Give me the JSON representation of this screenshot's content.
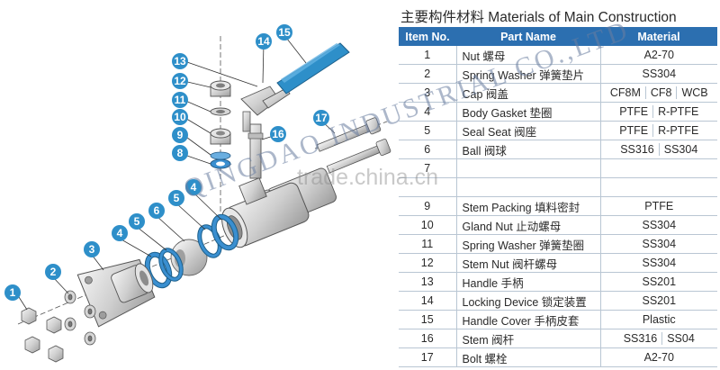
{
  "title": "主要构件材料 Materials of Main Construction",
  "table": {
    "headers": {
      "no": "Item No.",
      "name": "Part Name",
      "material": "Material"
    },
    "rows": [
      {
        "no": "1",
        "name": "Nut 螺母",
        "materials": [
          "A2-70"
        ]
      },
      {
        "no": "2",
        "name": "Spring Washer 弹簧垫片",
        "materials": [
          "SS304"
        ]
      },
      {
        "no": "3",
        "name": "Cap 阀盖",
        "materials": [
          "CF8M",
          "CF8",
          "WCB"
        ]
      },
      {
        "no": "4",
        "name": "Body Gasket 垫圈",
        "materials": [
          "PTFE",
          "R-PTFE"
        ]
      },
      {
        "no": "5",
        "name": "Seal Seat 阀座",
        "materials": [
          "PTFE",
          "R-PTFE"
        ]
      },
      {
        "no": "6",
        "name": "Ball 阀球",
        "materials": [
          "SS316",
          "SS304"
        ]
      },
      {
        "no": "7",
        "name": "",
        "materials": [
          ""
        ]
      },
      {
        "no": "",
        "name": "",
        "materials": [
          ""
        ]
      },
      {
        "no": "9",
        "name": "Stem Packing 填料密封",
        "materials": [
          "PTFE"
        ]
      },
      {
        "no": "10",
        "name": "Gland Nut 止动螺母",
        "materials": [
          "SS304"
        ]
      },
      {
        "no": "11",
        "name": "Spring Washer 弹簧垫圈",
        "materials": [
          "SS304"
        ]
      },
      {
        "no": "12",
        "name": "Stem Nut 阀杆螺母",
        "materials": [
          "SS304"
        ]
      },
      {
        "no": "13",
        "name": "Handle 手柄",
        "materials": [
          "SS201"
        ]
      },
      {
        "no": "14",
        "name": "Locking Device 锁定装置",
        "materials": [
          "SS201"
        ]
      },
      {
        "no": "15",
        "name": "Handle Cover 手柄皮套",
        "materials": [
          "Plastic"
        ]
      },
      {
        "no": "16",
        "name": "Stem 阀杆",
        "materials": [
          "SS316",
          "SS04"
        ]
      },
      {
        "no": "17",
        "name": "Bolt 螺栓",
        "materials": [
          "A2-70"
        ]
      }
    ]
  },
  "callouts": [
    "1",
    "2",
    "3",
    "4",
    "5",
    "6",
    "5",
    "4",
    "8",
    "9",
    "10",
    "11",
    "12",
    "13",
    "14",
    "15",
    "16",
    "17"
  ],
  "watermarks": {
    "company": "QINGDAO INDUSTRIAL CO.,LTD",
    "site": "trade.china.cn"
  },
  "colors": {
    "callout": "#2e8fc9",
    "header": "#2c6fb0",
    "seal": "#3a8fd0",
    "handle": "#2e8fc9"
  }
}
